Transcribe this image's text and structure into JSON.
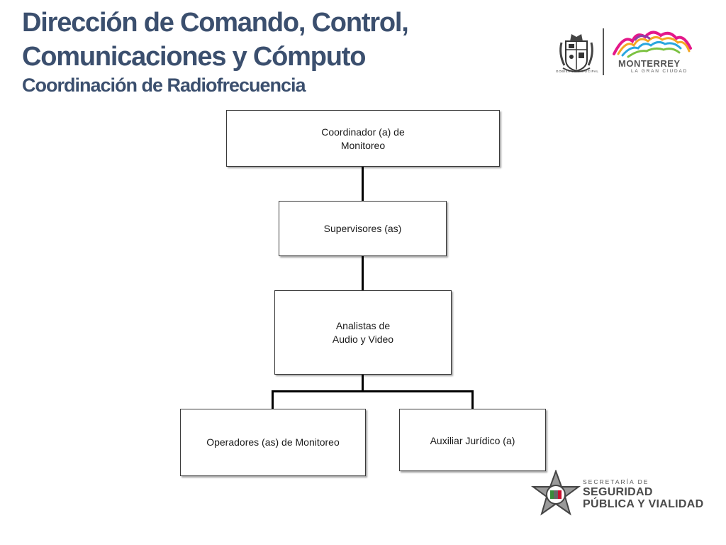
{
  "header": {
    "title_line1": "Dirección de Comando, Control,",
    "title_line2": "Comunicaciones y Cómputo",
    "subtitle": "Coordinación de Radiofrecuencia"
  },
  "logos": {
    "gobierno_label": "GOBIERNO MUNICIPAL",
    "city_name": "MONTERREY",
    "city_tagline": "LA GRAN CIUDAD",
    "secretaria_small": "SECRETARÍA DE",
    "secretaria_line1": "SEGURIDAD",
    "secretaria_line2": "PÚBLICA Y VIALIDAD"
  },
  "org_chart": {
    "nodes": {
      "coordinador": "Coordinador (a) de\nMonitoreo",
      "supervisores": "Supervisores (as)",
      "analistas": "Analistas de\nAudio y Video",
      "operadores": "Operadores (as) de Monitoreo",
      "auxiliar": "Auxiliar Jurídico (a)"
    },
    "edges": [
      [
        "coordinador",
        "supervisores"
      ],
      [
        "supervisores",
        "analistas"
      ],
      [
        "analistas",
        "operadores"
      ],
      [
        "analistas",
        "auxiliar"
      ]
    ]
  },
  "colors": {
    "title": "#3b4f6e",
    "node_border": "#3a3a3a",
    "connector": "#000000"
  }
}
